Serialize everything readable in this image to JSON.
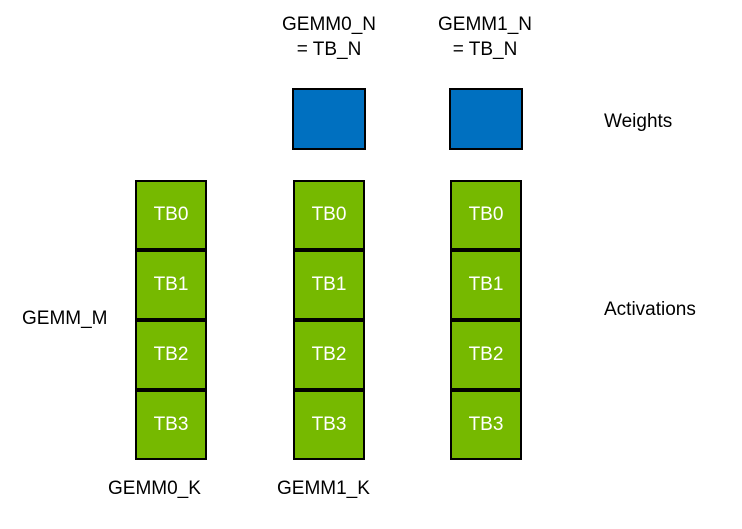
{
  "diagram": {
    "headers": [
      {
        "line1": "GEMM0_N",
        "line2": "= TB_N"
      },
      {
        "line1": "GEMM1_N",
        "line2": "= TB_N"
      }
    ],
    "weights_label": "Weights",
    "activations_label": "Activations",
    "gemm_m_label": "GEMM_M",
    "bottom_labels": [
      "GEMM0_K",
      "GEMM1_K"
    ],
    "columns": [
      {
        "blocks": [
          "TB0",
          "TB1",
          "TB2",
          "TB3"
        ]
      },
      {
        "blocks": [
          "TB0",
          "TB1",
          "TB2",
          "TB3"
        ]
      },
      {
        "blocks": [
          "TB0",
          "TB1",
          "TB2",
          "TB3"
        ]
      }
    ],
    "colors": {
      "weight_fill": "#0070C0",
      "activation_fill": "#76B900",
      "border": "#000000",
      "block_text": "#FFFFFF",
      "label_text": "#000000",
      "background": "#FFFFFF"
    }
  }
}
